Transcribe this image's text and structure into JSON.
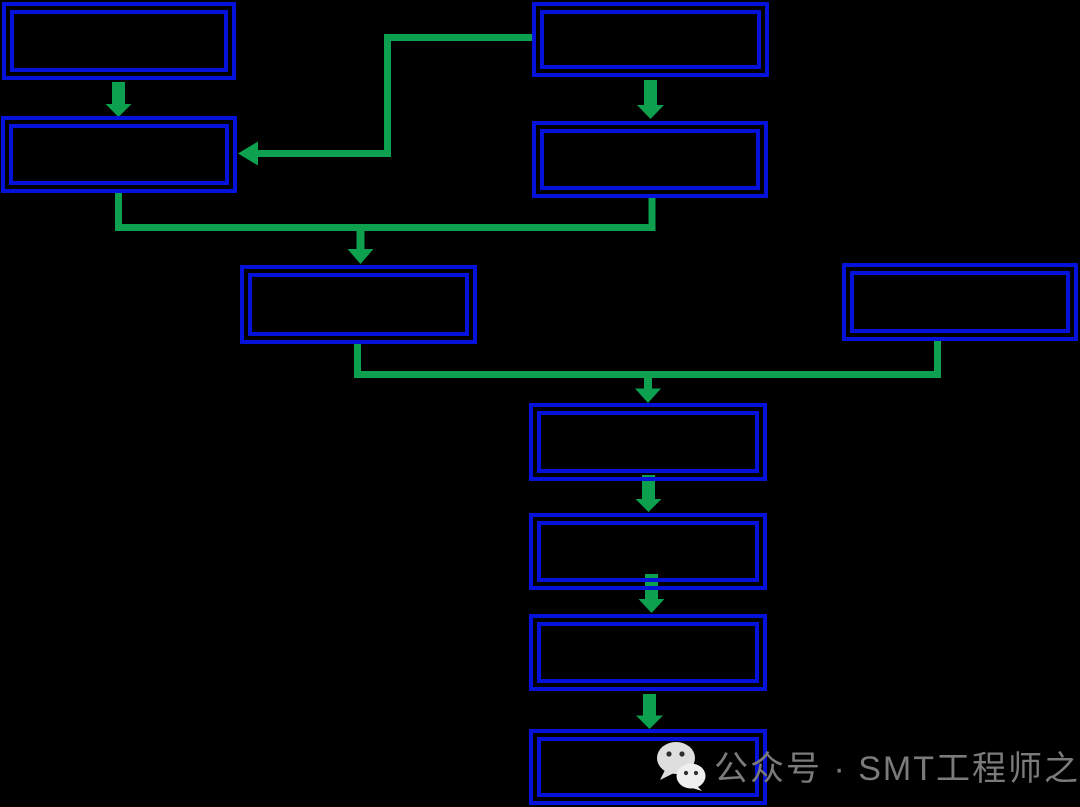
{
  "diagram": {
    "type": "flowchart",
    "background_color": "#000000",
    "node_border_color": "#0512da",
    "connector_color": "#0ca04f",
    "node_border_style": "double-rectangle",
    "nodes": [
      {
        "id": "top-left-1",
        "label": ""
      },
      {
        "id": "top-left-2",
        "label": ""
      },
      {
        "id": "top-right-1",
        "label": ""
      },
      {
        "id": "top-right-2",
        "label": ""
      },
      {
        "id": "middle",
        "label": ""
      },
      {
        "id": "right-side",
        "label": ""
      },
      {
        "id": "chain-1",
        "label": ""
      },
      {
        "id": "chain-2",
        "label": ""
      },
      {
        "id": "chain-3",
        "label": ""
      },
      {
        "id": "chain-4",
        "label": ""
      }
    ]
  },
  "watermark": {
    "icon": "wechat-icon",
    "text": "公众号 · SMT工程师之家",
    "color": "#7b7b7b"
  }
}
